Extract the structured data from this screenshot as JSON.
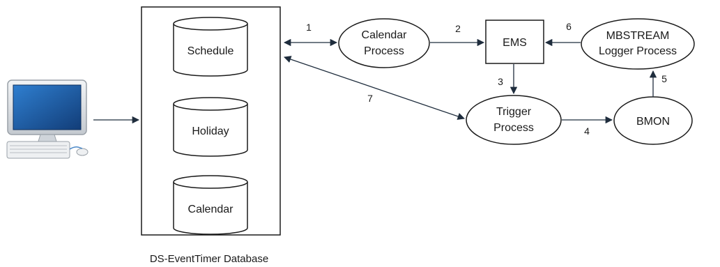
{
  "database": {
    "caption": "DS-EventTimer Database",
    "tables": [
      {
        "id": "schedule",
        "label": "Schedule"
      },
      {
        "id": "holiday",
        "label": "Holiday"
      },
      {
        "id": "calendar",
        "label": "Calendar"
      }
    ]
  },
  "processes": {
    "calendar_process": {
      "line1": "Calendar",
      "line2": "Process"
    },
    "ems": {
      "label": "EMS"
    },
    "mbstream": {
      "line1": "MBSTREAM",
      "line2": "Logger Process"
    },
    "trigger_process": {
      "line1": "Trigger",
      "line2": "Process"
    },
    "bmon": {
      "label": "BMON"
    }
  },
  "flows": [
    {
      "id": "1",
      "label": "1",
      "from": "database",
      "to": "calendar_process",
      "direction": "both"
    },
    {
      "id": "2",
      "label": "2",
      "from": "calendar_process",
      "to": "ems",
      "direction": "forward"
    },
    {
      "id": "3",
      "label": "3",
      "from": "ems",
      "to": "trigger_process",
      "direction": "forward"
    },
    {
      "id": "4",
      "label": "4",
      "from": "trigger_process",
      "to": "bmon",
      "direction": "forward"
    },
    {
      "id": "5",
      "label": "5",
      "from": "bmon",
      "to": "mbstream",
      "direction": "forward"
    },
    {
      "id": "6",
      "label": "6",
      "from": "mbstream",
      "to": "ems",
      "direction": "forward"
    },
    {
      "id": "7",
      "label": "7",
      "from": "database",
      "to": "trigger_process",
      "direction": "both"
    },
    {
      "id": "client",
      "label": "",
      "from": "computer",
      "to": "database",
      "direction": "forward"
    }
  ],
  "colors": {
    "line": "#1f2d3d",
    "monitor_screen": "#1f5ea8",
    "monitor_frame": "#d9dde2"
  },
  "icons": {
    "computer": "desktop-computer-icon"
  }
}
